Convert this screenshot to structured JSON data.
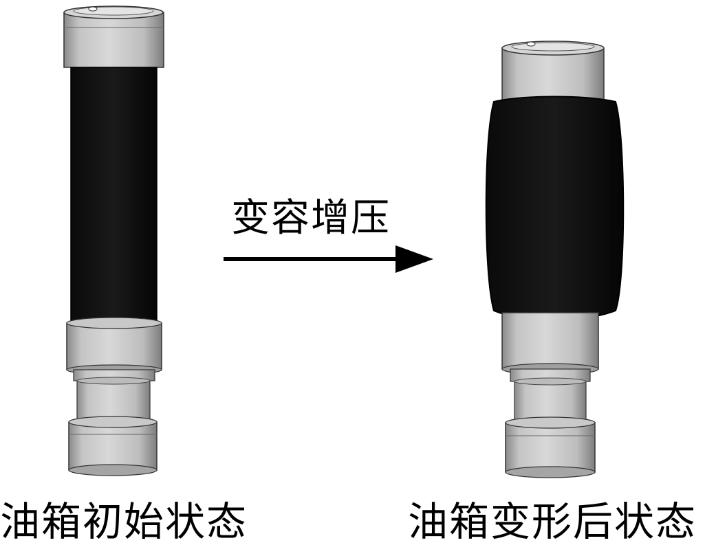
{
  "labels": {
    "initial_state": "油箱初始状态",
    "deformed_state": "油箱变形后状态",
    "process": "变容增压"
  },
  "colors": {
    "metal_light": "#cfcfcf",
    "metal_mid": "#a8a8a8",
    "metal_dark": "#7a7a7a",
    "bladder": "#111111",
    "outline": "#222222",
    "arrow": "#000000"
  }
}
